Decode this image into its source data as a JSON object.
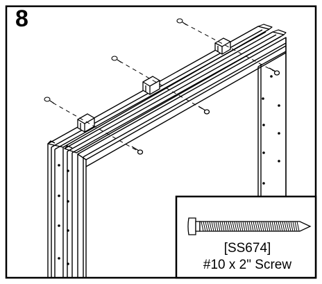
{
  "step": {
    "number": "8"
  },
  "part": {
    "code": "[SS674]",
    "description": "#10 x 2\" Screw"
  }
}
